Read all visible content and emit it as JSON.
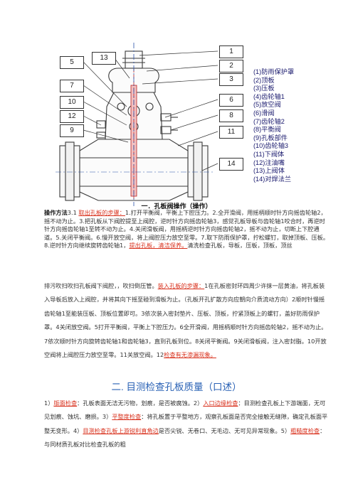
{
  "callouts_left": [
    "5",
    "13",
    "7",
    "10",
    "12",
    "9"
  ],
  "callouts_right": [
    "1",
    "2",
    "3",
    "6",
    "8",
    "11",
    "14"
  ],
  "legend": [
    "(1)防雨保护罩",
    "(2)顶板",
    "(3)压板",
    "(4)齿轮轴1",
    "(5)放空阀",
    "(6)滑阀",
    "(7)齿轮轴2",
    "(8)平衡阀",
    "(9)孔板部件",
    "(10)齿轮轴3",
    "(11)下阀体",
    "(12)注油嘴",
    "(13)上阀体",
    "(14)对焊法兰"
  ],
  "caption": "一．孔板阀操作（操作）",
  "para1": {
    "lead": "操作方法",
    "s1": "3.1 ",
    "h1": "取出孔板的步骤：",
    "s2": "1.打开平衡阀，平衡上下腔压力。2.全开滑阀，用摇柄顺时针方向摇齿轮轴2，摇不动为止。3.把孔板从下阀腔提至上阀腔，逆时针方向摇齿轮轴3，感觉孔板导板与齿轮轴1咬合时，再逆时针方向摇齿轮轴1至转不动为止。4.关闭滑板阀，用摇柄逆时针方向摇齿轮轴2，摇不动为止，切断上下腔通道。5.关闭平衡阀。6.慢开放空阀，将上阀腔压力放空至零。7.取下防雨保护罩，拧松螺钉，取掉顶板、压板。8.逆时针方向继续旋转齿轮轴1，",
    "h2": "提出孔板，清洁保养。",
    "s3": "清洗检查孔板，导板，压板，顶板，顶丝"
  },
  "para2": {
    "s1": "排污吹扫吹扫孔板阀下阀腔，，吹扫倒压管。",
    "h1": "装入孔板的步骤：",
    "s2": "1在孔板密封环四周少许抹一层黄油，将孔板装入导板后放入上阀腔，并将其向下摇至碰到滑板为止。（孔板开孔扩散方向应朝向介质流动方向）2顺时针慢摇齿轮轴1至能装压板、顶板位置即可。3依次装入密封垫片、压板、顶板，拧紧顶板上的螺钉，盖好防雨保护罩。4关闭放空阀。5打开平衡阀，平衡上下腔压力。6全开滑阀，用摇柄顺时针方向摇齿轮轴2，摇不动为止。7依次顺时针方向旋转齿轮轴1和齿轮轴3，直到孔板到位。8关闭平衡阀。9关闭滑板阀，注入密封脂。10开放空阀将上阀腔压力放空至零。11关放空阀。12",
    "h2": "检查有无渗漏现象。"
  },
  "heading2": "二. 目测检查孔板质量（口述）",
  "para3": {
    "s1": "1）",
    "h1": "版面检查",
    "s2": "：孔板表面无洁无污物，划痕，是否被腐蚀。2）",
    "h2": "入口边缘检查",
    "s3": "：目测检查孔板上下游端面，无可见划痕、蚀坑、磨损。3）",
    "h3": "平整度检查",
    "s4": "：将孔板置于平整地方，观察孔板面是否完全接触无缝隙，确定孔板面平整无变形。4）",
    "h4": "目测检查孔板上游锐利直角边",
    "s5": "是否尖锐、无卷口、无毛边、无可见异常现象。5）",
    "h5": "粗糙度检查",
    "s6": "：与同材质孔板对比检查孔板的粗"
  }
}
